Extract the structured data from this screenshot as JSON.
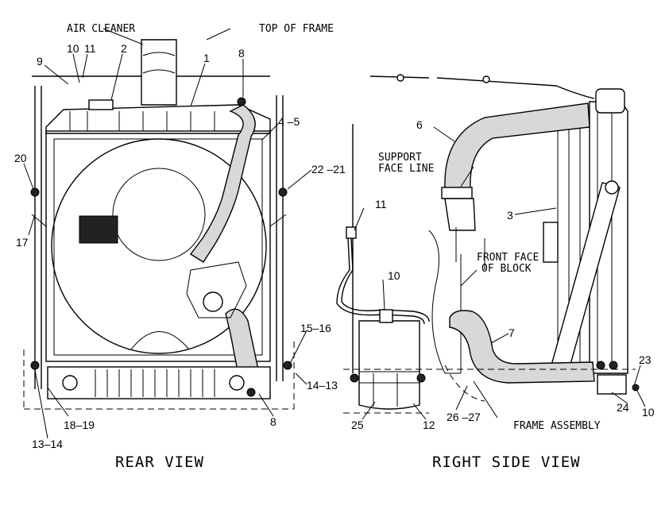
{
  "captions": {
    "rear_view": "REAR VIEW",
    "right_side_view": "RIGHT SIDE VIEW"
  },
  "text_labels": {
    "air_cleaner": "AIR CLEANER",
    "top_of_frame": "TOP OF FRAME",
    "support_face_line_1": "SUPPORT",
    "support_face_line_2": "FACE LINE",
    "front_face_line_1": "FRONT FACE",
    "front_face_line_2": "OF BLOCK",
    "frame_assembly": "FRAME ASSEMBLY"
  },
  "rear_view_callouts": {
    "c10": "10",
    "c11": "11",
    "c9": "9",
    "c2": "2",
    "c1": "1",
    "c8_top": "8",
    "c4_5": "4 –5",
    "c20": "20",
    "c22_21": "22 –21",
    "c17": "17",
    "c15_16": "15–16",
    "c14_13": "14–13",
    "c18_19": "18–19",
    "c13_14": "13–14",
    "c8_bottom": "8"
  },
  "right_view_callouts": {
    "c6": "6",
    "c11": "11",
    "c3": "3",
    "c10_mid": "10",
    "c7": "7",
    "c23": "23",
    "c24": "24",
    "c10_right": "10",
    "c25": "25",
    "c12": "12",
    "c26_27": "26 –27"
  }
}
